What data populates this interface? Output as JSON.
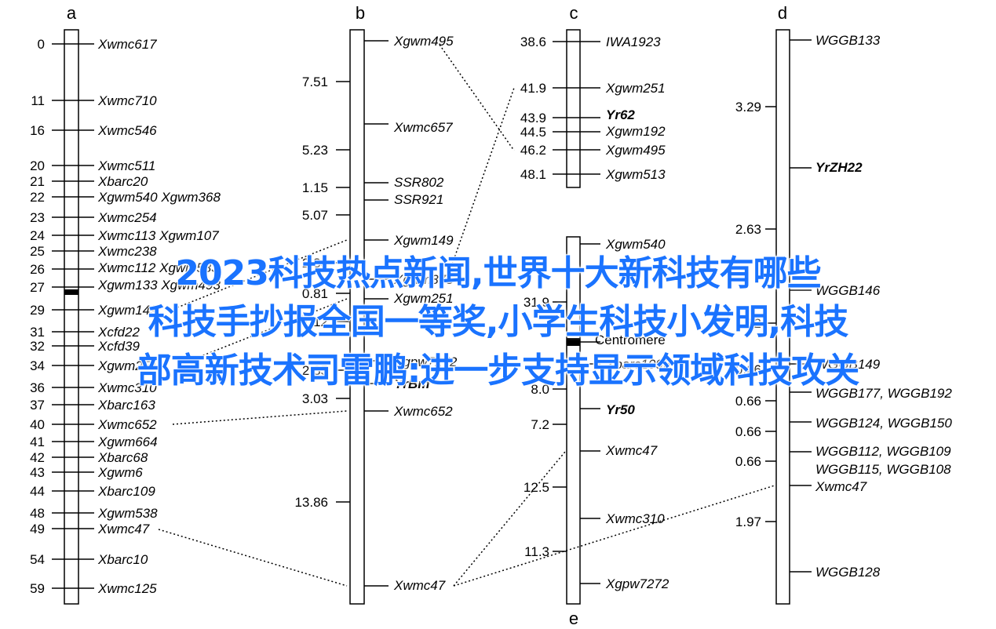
{
  "overlay_text": [
    "2023科技热点新闻,世界十大新科技有哪些",
    "科技手抄报全国一等奖,小学生科技小发明,科技",
    "部高新技术司雷鹏:进一步支持显示领域科技攻关"
  ],
  "colors": {
    "line": "#000000",
    "overlay": "#1a73ff",
    "background": "#ffffff"
  },
  "chromosomes": [
    {
      "id": "a",
      "markers": [
        {
          "pos": "0",
          "name": "Xwmc617"
        },
        {
          "pos": "11",
          "name": "Xwmc710"
        },
        {
          "pos": "16",
          "name": "Xwmc546"
        },
        {
          "pos": "20",
          "name": "Xwmc511"
        },
        {
          "pos": "21",
          "name": "Xbarc20"
        },
        {
          "pos": "22",
          "name": "Xgwm540 Xgwm368"
        },
        {
          "pos": "23",
          "name": "Xwmc254"
        },
        {
          "pos": "24",
          "name": "Xwmc113 Xgwm107"
        },
        {
          "pos": "25",
          "name": "Xwmc238"
        },
        {
          "pos": "26",
          "name": "Xwmc112 Xgwm533"
        },
        {
          "pos": "27",
          "name": "Xgwm133 Xgwm493"
        },
        {
          "pos": "29",
          "name": "Xgwm149"
        },
        {
          "pos": "31",
          "name": "Xcfd22"
        },
        {
          "pos": "32",
          "name": "Xcfd39"
        },
        {
          "pos": "34",
          "name": "Xgwm251"
        },
        {
          "pos": "36",
          "name": "Xwmc310"
        },
        {
          "pos": "37",
          "name": "Xbarc163"
        },
        {
          "pos": "40",
          "name": "Xwmc652"
        },
        {
          "pos": "41",
          "name": "Xgwm664"
        },
        {
          "pos": "42",
          "name": "Xbarc68"
        },
        {
          "pos": "43",
          "name": "Xgwm6"
        },
        {
          "pos": "44",
          "name": "Xbarc109"
        },
        {
          "pos": "48",
          "name": "Xgwm538"
        },
        {
          "pos": "49",
          "name": "Xwmc47"
        },
        {
          "pos": "54",
          "name": "Xbarc10"
        },
        {
          "pos": "59",
          "name": "Xwmc125"
        }
      ]
    },
    {
      "id": "b",
      "markers": [
        {
          "name": "Xgwm495"
        },
        {
          "name": "Xwmc657"
        },
        {
          "name": "SSR802"
        },
        {
          "name": "SSR921"
        },
        {
          "name": "Xgwm149"
        },
        {
          "name": "Xgwm375"
        },
        {
          "name": "Xgwm251"
        },
        {
          "name": "Xgpw7272"
        },
        {
          "name": "YrBm",
          "bold": true
        },
        {
          "name": "Xwmc652"
        },
        {
          "name": "Xwmc47"
        }
      ],
      "distances": [
        "7.51",
        "5.23",
        "1.15",
        "5.07",
        "2.38",
        "0.81",
        "7.12",
        "2.35",
        "3.03",
        "13.86"
      ]
    },
    {
      "id": "c",
      "markers": [
        {
          "pos": "38.6",
          "name": "IWA1923"
        },
        {
          "pos": "41.9",
          "name": "Xgwm251"
        },
        {
          "pos": "43.9",
          "name": "Yr62",
          "bold": true
        },
        {
          "pos": "44.5",
          "name": "Xgwm192"
        },
        {
          "pos": "46.2",
          "name": "Xgwm495"
        },
        {
          "pos": "48.1",
          "name": "Xgwm513"
        }
      ]
    },
    {
      "id": "e",
      "markers": [
        {
          "name": "Xgwm540"
        },
        {
          "name": "Centromere",
          "plain": true
        },
        {
          "name": "Xbarc1096"
        },
        {
          "name": "Yr50",
          "bold": true
        },
        {
          "name": "Xwmc47"
        },
        {
          "name": "Xwmc310"
        },
        {
          "name": "Xgpw7272"
        }
      ],
      "distances": [
        "31.9",
        "8.0",
        "7.2",
        "12.5",
        "11.3"
      ]
    },
    {
      "id": "d",
      "markers": [
        {
          "name": "WGGB133"
        },
        {
          "name": "YrZH22",
          "bold": true
        },
        {
          "name": "WGGB146"
        },
        {
          "name": "WGGB149"
        },
        {
          "name": "WGGB177, WGGB192"
        },
        {
          "name": "WGGB124, WGGB150"
        },
        {
          "name": "WGGB112, WGGB109"
        },
        {
          "name": "WGGB115, WGGB108"
        },
        {
          "name": "Xwmc47"
        },
        {
          "name": "WGGB128"
        }
      ],
      "distances": [
        "3.29",
        "2.63",
        "1.32",
        "0.66",
        "0.66",
        "0.66",
        "0.66",
        "1.97"
      ]
    }
  ]
}
